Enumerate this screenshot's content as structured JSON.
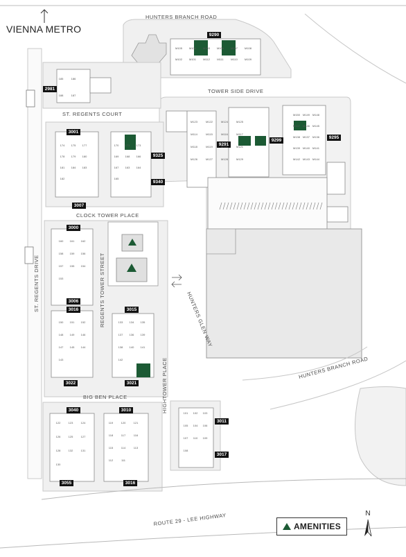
{
  "map_title": "VIENNA METRO",
  "legend": {
    "label": "AMENITIES",
    "color": "#1c5a34"
  },
  "north_label": "N",
  "roads": {
    "hunters_branch_top": "HUNTERS BRANCH ROAD",
    "tower_side": "TOWER SIDE DRIVE",
    "st_regents_court": "ST. REGENTS COURT",
    "clock_tower": "CLOCK TOWER PLACE",
    "st_regents_drive": "ST. REGENTS DRIVE",
    "regents_tower": "REGENTS TOWER STREET",
    "hunters_glen": "HUNTERS GLEN WAY",
    "hunters_branch_right": "HUNTERS BRANCH ROAD",
    "big_ben": "BIG BEN PLACE",
    "hightower": "HIGHTOWER PLACE",
    "route29": "ROUTE 29 - LEE HIGHWAY"
  },
  "buildings": {
    "b9290": "9290",
    "b2981": "2981",
    "b3001": "3001",
    "b9325": "9325",
    "b9340": "9340",
    "b3007": "3007",
    "b9291": "9291",
    "b9299": "9299",
    "b9295": "9295",
    "b3000": "3000",
    "b3006": "3006",
    "b3016a": "3016",
    "b3015": "3015",
    "b3022": "3022",
    "b3021": "3021",
    "b3040": "3040",
    "b3010": "3010",
    "b3011": "3011",
    "b3017": "3017",
    "b3055": "3055",
    "b3016b": "3016"
  },
  "units": {
    "a_top": [
      "185",
      "186",
      "188",
      "187"
    ],
    "b_left": [
      "174",
      "175",
      "177",
      "178",
      "179",
      "180",
      "181",
      "184",
      "183",
      "182"
    ],
    "b_right": [
      "170",
      "171",
      "173",
      "169",
      "168",
      "166",
      "167",
      "163",
      "164",
      "165"
    ],
    "c_left": [
      "160",
      "161",
      "162",
      "158",
      "159",
      "156",
      "157",
      "155",
      "154",
      "153"
    ],
    "c_mid": [
      "150",
      "151",
      "152",
      "148",
      "149",
      "146",
      "147",
      "145",
      "144",
      "143"
    ],
    "c_right": [
      "133",
      "134",
      "135",
      "137",
      "136",
      "139",
      "138",
      "140",
      "141",
      "142"
    ],
    "d_left": [
      "122",
      "123",
      "124",
      "126",
      "125",
      "127",
      "128",
      "132",
      "131",
      "130"
    ],
    "d_mid": [
      "119",
      "120",
      "121",
      "118",
      "117",
      "116",
      "115",
      "114",
      "113",
      "112",
      "111"
    ],
    "d_right": [
      "101",
      "102",
      "103",
      "105",
      "104",
      "106",
      "107",
      "110",
      "109",
      "108"
    ],
    "m_top": [
      "M105",
      "M104",
      "M103",
      "M106",
      "M107",
      "M108",
      "M102",
      "M101",
      "M112",
      "M111",
      "M110",
      "M109"
    ],
    "m_mid": [
      "M123",
      "M122",
      "M124",
      "M125",
      "M114",
      "M115",
      "M116",
      "M117",
      "M118",
      "M119",
      "M120",
      "M121",
      "M126",
      "M127",
      "M128",
      "M129"
    ],
    "m_right": [
      "M150",
      "M149",
      "M148",
      "M147",
      "M146",
      "M145",
      "M138",
      "M137",
      "M136",
      "M139",
      "M140",
      "M141",
      "M142",
      "M143",
      "M144"
    ]
  }
}
